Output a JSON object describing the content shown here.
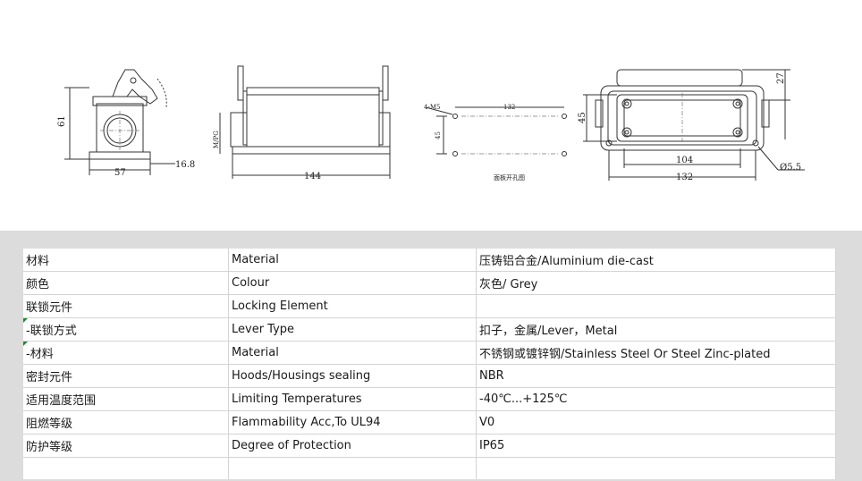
{
  "drawing": {
    "side_view": {
      "height_label": "61",
      "width_label": "57",
      "lever_label": "16.8"
    },
    "front_view": {
      "length_label": "144",
      "thread_label": "M/PG"
    },
    "cutout": {
      "screws_label": "4-M5",
      "h_spacing_label": "132",
      "v_spacing_label": "45",
      "caption": "面板开孔图"
    },
    "top_view": {
      "height_label": "45",
      "lever_label": "27",
      "inner_width_label": "104",
      "outer_width_label": "132",
      "hole_label": "Ø5.5"
    }
  },
  "table": {
    "rows": [
      {
        "zh": "材料",
        "en": "Material",
        "value": "压铸铝合金/Aluminium die-cast",
        "flag": false
      },
      {
        "zh": "颜色",
        "en": "Colour",
        "value": "灰色/ Grey",
        "flag": false
      },
      {
        "zh": "联锁元件",
        "en": "Locking Element",
        "value": "",
        "flag": false
      },
      {
        "zh": " -联锁方式",
        "en": "Lever Type",
        "value": "扣子，金属/Lever，Metal",
        "flag": true
      },
      {
        "zh": " -材料",
        "en": "Material",
        "value": "不锈钢或镀锌钢/Stainless Steel Or Steel Zinc-plated",
        "flag": true
      },
      {
        "zh": "密封元件",
        "en": "Hoods/Housings sealing",
        "value": "NBR",
        "flag": false
      },
      {
        "zh": "适用温度范围",
        "en": "Limiting Temperatures",
        "value": "-40℃...+125℃",
        "flag": false
      },
      {
        "zh": "阻燃等级",
        "en": "Flammability Acc,To UL94",
        "value": "V0",
        "flag": false
      },
      {
        "zh": "防护等级",
        "en": "Degree of Protection",
        "value": "IP65",
        "flag": false
      }
    ]
  }
}
